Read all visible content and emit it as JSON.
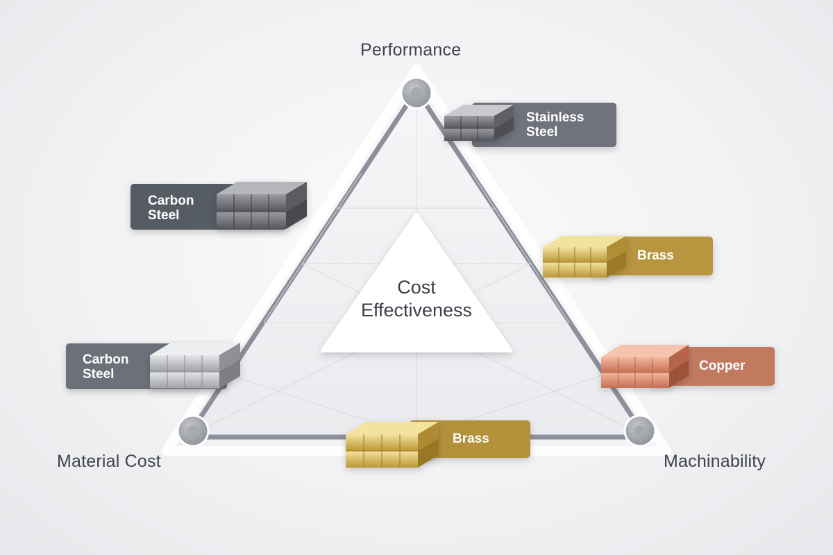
{
  "vertices": {
    "top": "Performance",
    "left": "Material Cost",
    "right": "Machinability"
  },
  "center": {
    "line1": "Cost",
    "line2": "Effectiveness"
  },
  "materials": [
    {
      "id": "stainless-steel",
      "line1": "Stainless",
      "line2": "Steel",
      "color": "#6f727b"
    },
    {
      "id": "carbon-steel-upper",
      "line1": "Carbon",
      "line2": "Steel",
      "color": "#575b64"
    },
    {
      "id": "brass-right",
      "line1": "Brass",
      "line2": "",
      "color": "#b8963f"
    },
    {
      "id": "carbon-steel-lower",
      "line1": "Carbon",
      "line2": "Steel",
      "color": "#6c7079"
    },
    {
      "id": "copper",
      "line1": "Copper",
      "line2": "",
      "color": "#c17a60"
    },
    {
      "id": "brass-bottom",
      "line1": "Brass",
      "line2": "",
      "color": "#b3913b"
    }
  ],
  "colors": {
    "triangle_stroke": "#8d909a",
    "node": "#9a9ca4",
    "background": "#f2f2f4",
    "label_text": "#3e434c"
  },
  "icons": [
    "metal-bar-stack-icon"
  ]
}
